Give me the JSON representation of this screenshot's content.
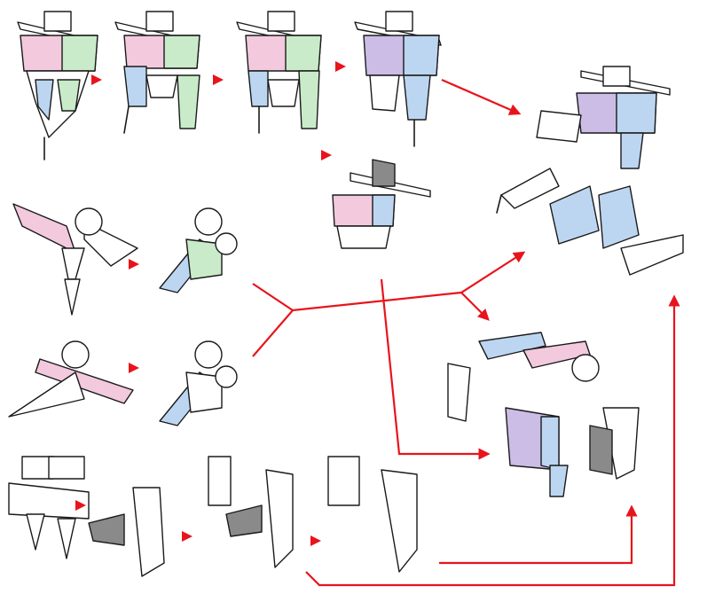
{
  "colors": {
    "arrow": "#e8141c",
    "outline": "#1a1a1a",
    "pink": "#f3c9de",
    "blue": "#bcd6f2",
    "green": "#c9ebc9",
    "purple": "#cbbde6",
    "gray": "#8a8a8a",
    "white": "#ffffff"
  },
  "diagram": {
    "kind": "robot-transformation-instructions",
    "rows": [
      {
        "id": "body-transform",
        "steps": 4
      },
      {
        "id": "arm-left-transform",
        "steps": 2
      },
      {
        "id": "arm-right-transform",
        "steps": 2
      },
      {
        "id": "feet-transform",
        "steps": 4
      }
    ],
    "results": [
      "assembly-top-right",
      "assembly-bottom-right"
    ]
  }
}
